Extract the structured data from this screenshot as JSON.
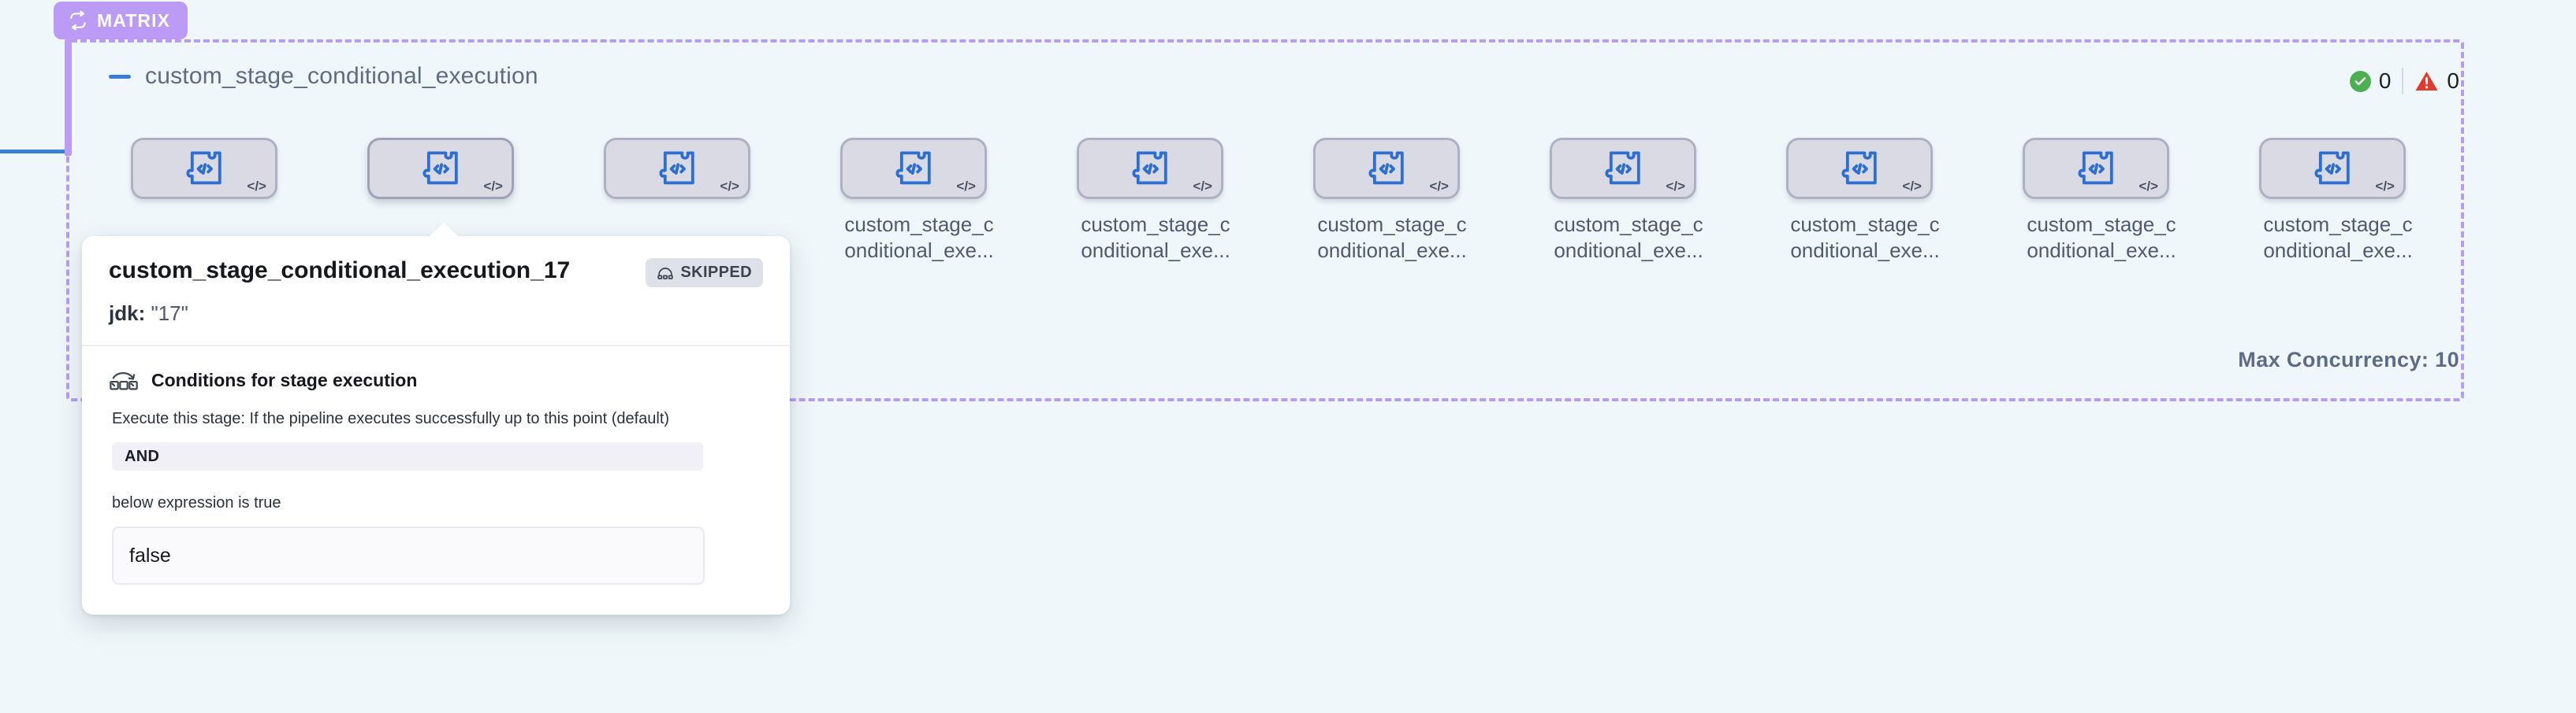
{
  "matrix": {
    "badge_label": "MATRIX",
    "badge_icon": "loop-repeat-icon",
    "badge_color": "#bb9bf5",
    "border_color": "#b79df2",
    "max_concurrency_label": "Max Concurrency: 10"
  },
  "group": {
    "title": "custom_stage_conditional_execution",
    "collapse_icon": "minus-collapse-icon"
  },
  "status": {
    "success_icon": "check-circle-icon",
    "success_count": "0",
    "success_color": "#4caf50",
    "warning_icon": "warning-triangle-icon",
    "warning_count": "0",
    "warning_color": "#e03c2d"
  },
  "nodes": [
    {
      "label": "",
      "icon": "plugin-code-icon",
      "corner_badge": "</>",
      "active": false
    },
    {
      "label": "",
      "icon": "plugin-code-icon",
      "corner_badge": "</>",
      "active": true
    },
    {
      "label": "",
      "icon": "plugin-code-icon",
      "corner_badge": "</>",
      "active": false
    },
    {
      "label": "custom_stage_conditional_exe...",
      "icon": "plugin-code-icon",
      "corner_badge": "</>",
      "active": false
    },
    {
      "label": "custom_stage_conditional_exe...",
      "icon": "plugin-code-icon",
      "corner_badge": "</>",
      "active": false
    },
    {
      "label": "custom_stage_conditional_exe...",
      "icon": "plugin-code-icon",
      "corner_badge": "</>",
      "active": false
    },
    {
      "label": "custom_stage_conditional_exe...",
      "icon": "plugin-code-icon",
      "corner_badge": "</>",
      "active": false
    },
    {
      "label": "custom_stage_conditional_exe...",
      "icon": "plugin-code-icon",
      "corner_badge": "</>",
      "active": false
    },
    {
      "label": "custom_stage_conditional_exe...",
      "icon": "plugin-code-icon",
      "corner_badge": "</>",
      "active": false
    },
    {
      "label": "custom_stage_conditional_exe...",
      "icon": "plugin-code-icon",
      "corner_badge": "</>",
      "active": false
    }
  ],
  "tooltip": {
    "title": "custom_stage_conditional_execution_17",
    "status_badge": {
      "label": "SKIPPED",
      "icon": "skip-arc-icon"
    },
    "matrix_param_key": "jdk:",
    "matrix_param_value": "\"17\"",
    "conditions": {
      "icon": "skip-over-boxes-icon",
      "heading": "Conditions for stage execution",
      "description": "Execute this stage: If the pipeline executes successfully up to this point (default)",
      "operator": "AND",
      "expression_label": "below expression is true",
      "expression_value": "false"
    }
  }
}
